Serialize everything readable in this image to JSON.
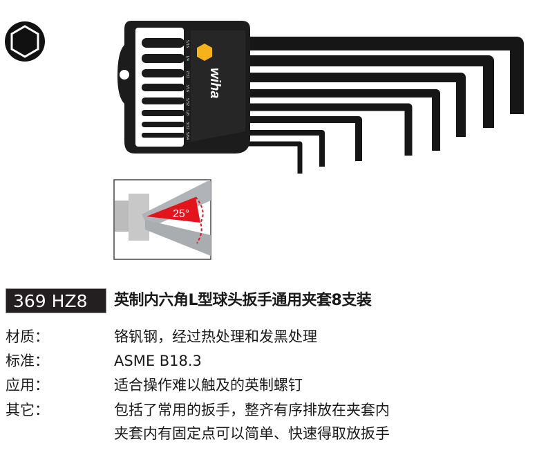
{
  "product": {
    "model": "369 HZ8",
    "title": "英制内六角L型球头扳手通用夹套8支装",
    "brand_logo": "wiha",
    "angle_label": "25°",
    "holder_sizes": [
      "5/16",
      "1/4",
      "7/32",
      "3/16",
      "5/32",
      "1/8",
      "3/32",
      "5/64"
    ]
  },
  "specs": [
    {
      "label": "材质：",
      "value": "铬钒钢，经过热处理和发黑处理"
    },
    {
      "label": "标准：",
      "value": "ASME B18.3"
    },
    {
      "label": "应用：",
      "value": "适合操作难以触及的英制螺钉"
    },
    {
      "label": "其它：",
      "value": "包括了常用的扳手，整齐有序排放在夹套内",
      "value2": "夹套内有固定点可以简单、快速得取放扳手"
    }
  ],
  "colors": {
    "accent": "#f5b21b",
    "angle": "#e3141c",
    "box": "#231f20"
  }
}
